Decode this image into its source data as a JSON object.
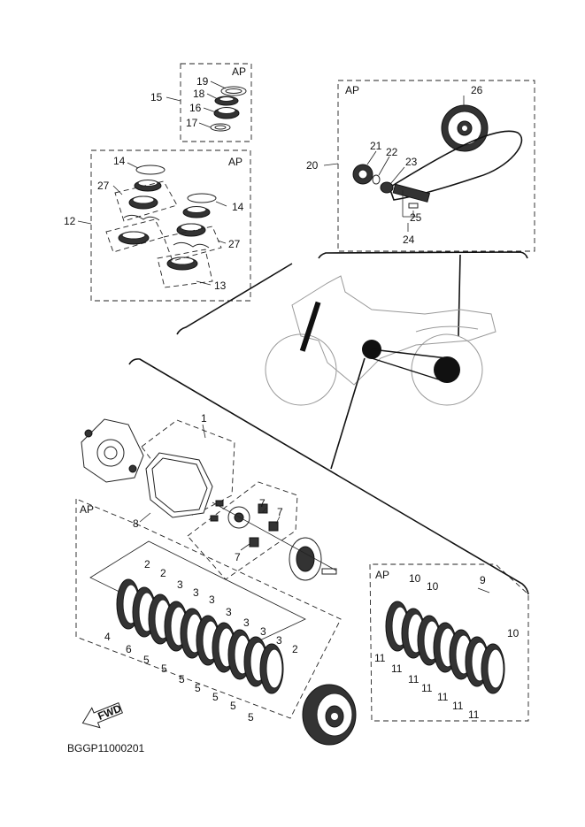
{
  "boxes": {
    "ap_label": "AP"
  },
  "labels": {
    "l1": "1",
    "l2a": "2",
    "l2b": "2",
    "l2c": "2",
    "l3a": "3",
    "l3b": "3",
    "l3c": "3",
    "l3d": "3",
    "l3e": "3",
    "l3f": "3",
    "l3g": "3",
    "l4": "4",
    "l5a": "5",
    "l5b": "5",
    "l5c": "5",
    "l5d": "5",
    "l5e": "5",
    "l5f": "5",
    "l5g": "5",
    "l6": "6",
    "l7a": "7",
    "l7b": "7",
    "l7c": "7",
    "l8": "8",
    "l9": "9",
    "l10a": "10",
    "l10b": "10",
    "l10c": "10",
    "l11a": "11",
    "l11b": "11",
    "l11c": "11",
    "l11d": "11",
    "l11e": "11",
    "l11f": "11",
    "l11g": "11",
    "l12": "12",
    "l13": "13",
    "l14a": "14",
    "l14b": "14",
    "l15": "15",
    "l16": "16",
    "l17": "17",
    "l18": "18",
    "l19": "19",
    "l20": "20",
    "l21": "21",
    "l22": "22",
    "l23": "23",
    "l24": "24",
    "l25": "25",
    "l26": "26",
    "l27a": "27",
    "l27b": "27"
  },
  "fwd_label": "FWD",
  "diagram_code": "BGGP11000201"
}
